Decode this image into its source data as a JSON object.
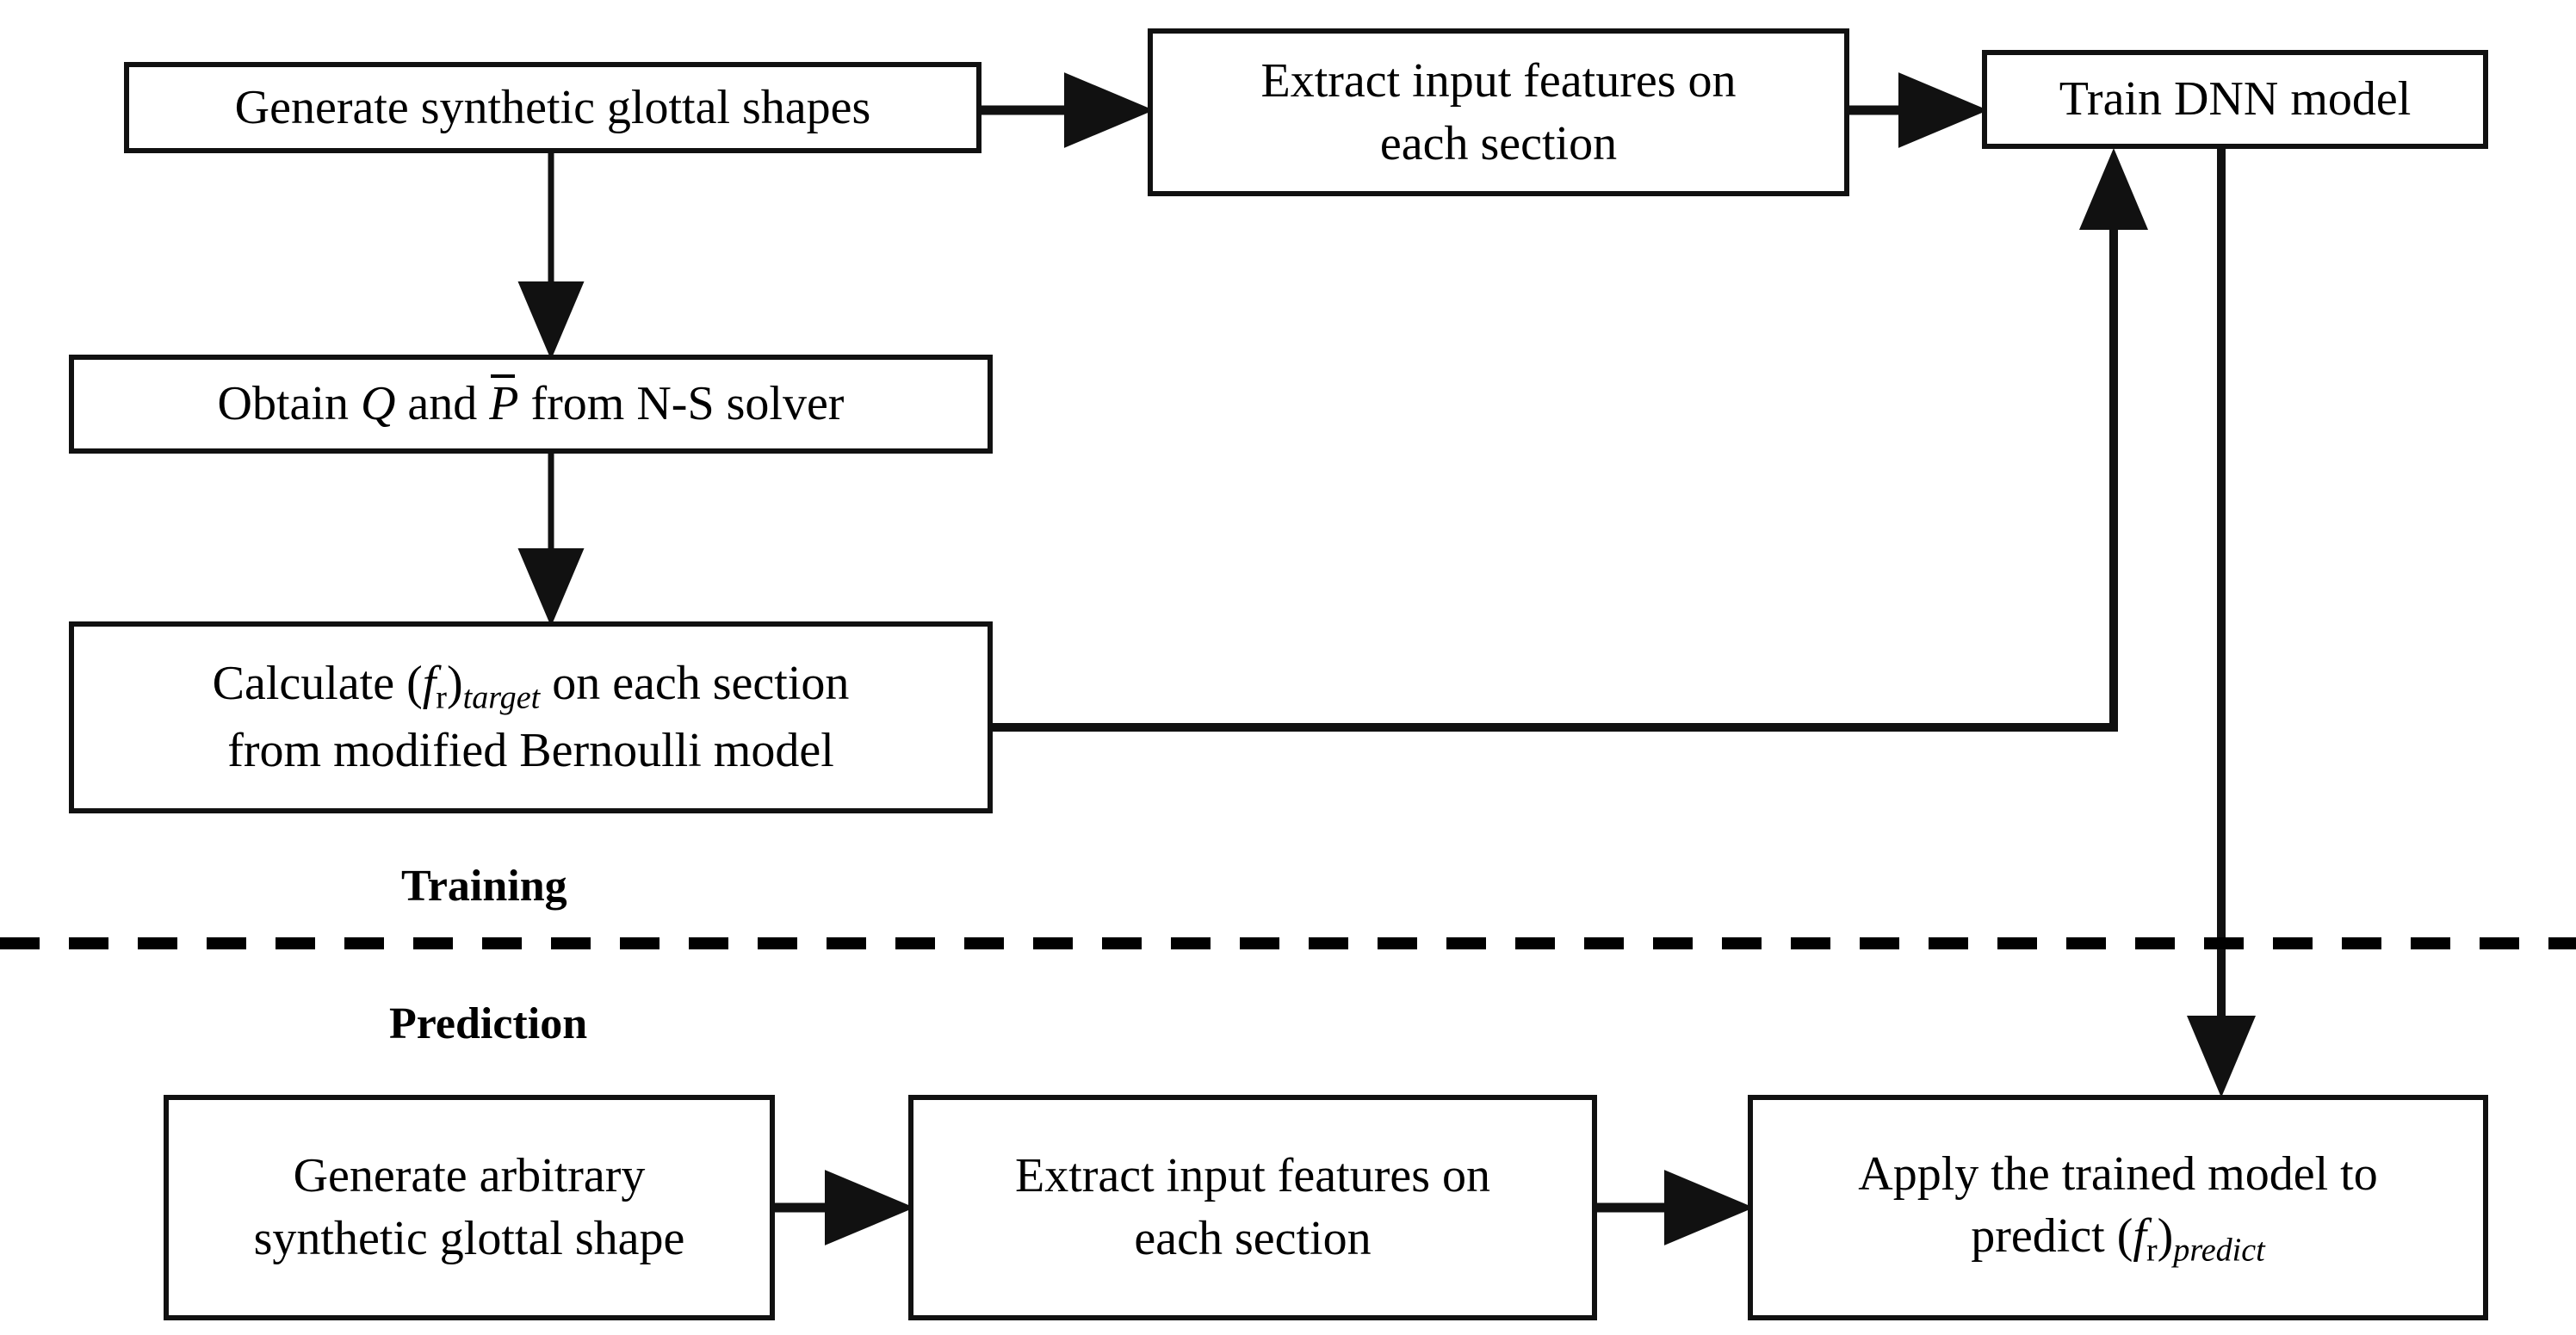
{
  "diagram": {
    "title": "DNN training and prediction flowchart",
    "stroke_color": "#111111",
    "background_color": "#ffffff",
    "sections": [
      {
        "key": "training",
        "label": "Training"
      },
      {
        "key": "prediction",
        "label": "Prediction"
      }
    ],
    "divider": {
      "style": "dashed",
      "color": "#000000"
    },
    "nodes": [
      {
        "id": "gen-shapes",
        "label": "Generate synthetic glottal shapes"
      },
      {
        "id": "extract-top",
        "label": "Extract input features on each section"
      },
      {
        "id": "train",
        "label": "Train DNN model"
      },
      {
        "id": "obtain",
        "label": "Obtain Q and P̄ from N-S solver",
        "parts": {
          "pre": "Obtain ",
          "var1": "Q",
          "mid": " and ",
          "var2": "P",
          "post": " from N-S solver"
        }
      },
      {
        "id": "calculate",
        "label": "Calculate (fᵣ)target on each section from modified Bernoulli model",
        "parts": {
          "pre": "Calculate (",
          "f": "f",
          "sub_r": "r",
          "close": ")",
          "sub_name": "target",
          "post": " on each section",
          "line2": "from modified Bernoulli model"
        }
      },
      {
        "id": "gen-arb",
        "label": "Generate arbitrary synthetic glottal shape",
        "parts": {
          "line1": "Generate arbitrary",
          "line2": "synthetic glottal shape"
        }
      },
      {
        "id": "extract-bot",
        "label": "Extract input features on each section",
        "parts": {
          "line1": "Extract input features on",
          "line2": "each section"
        }
      },
      {
        "id": "apply",
        "label": "Apply the trained model to predict (fᵣ)predict",
        "parts": {
          "line1": "Apply the trained model to",
          "pre2": "predict (",
          "f": "f",
          "sub_r": "r",
          "close": ")",
          "sub_name": "predict"
        }
      }
    ],
    "edges": [
      {
        "from": "gen-shapes",
        "to": "extract-top",
        "direction": "right"
      },
      {
        "from": "extract-top",
        "to": "train",
        "direction": "right"
      },
      {
        "from": "gen-shapes",
        "to": "obtain",
        "direction": "down"
      },
      {
        "from": "obtain",
        "to": "calculate",
        "direction": "down"
      },
      {
        "from": "calculate",
        "to": "train",
        "direction": "right-then-up"
      },
      {
        "from": "train",
        "to": "apply",
        "direction": "down"
      },
      {
        "from": "gen-arb",
        "to": "extract-bot",
        "direction": "right"
      },
      {
        "from": "extract-bot",
        "to": "apply",
        "direction": "right"
      }
    ]
  }
}
